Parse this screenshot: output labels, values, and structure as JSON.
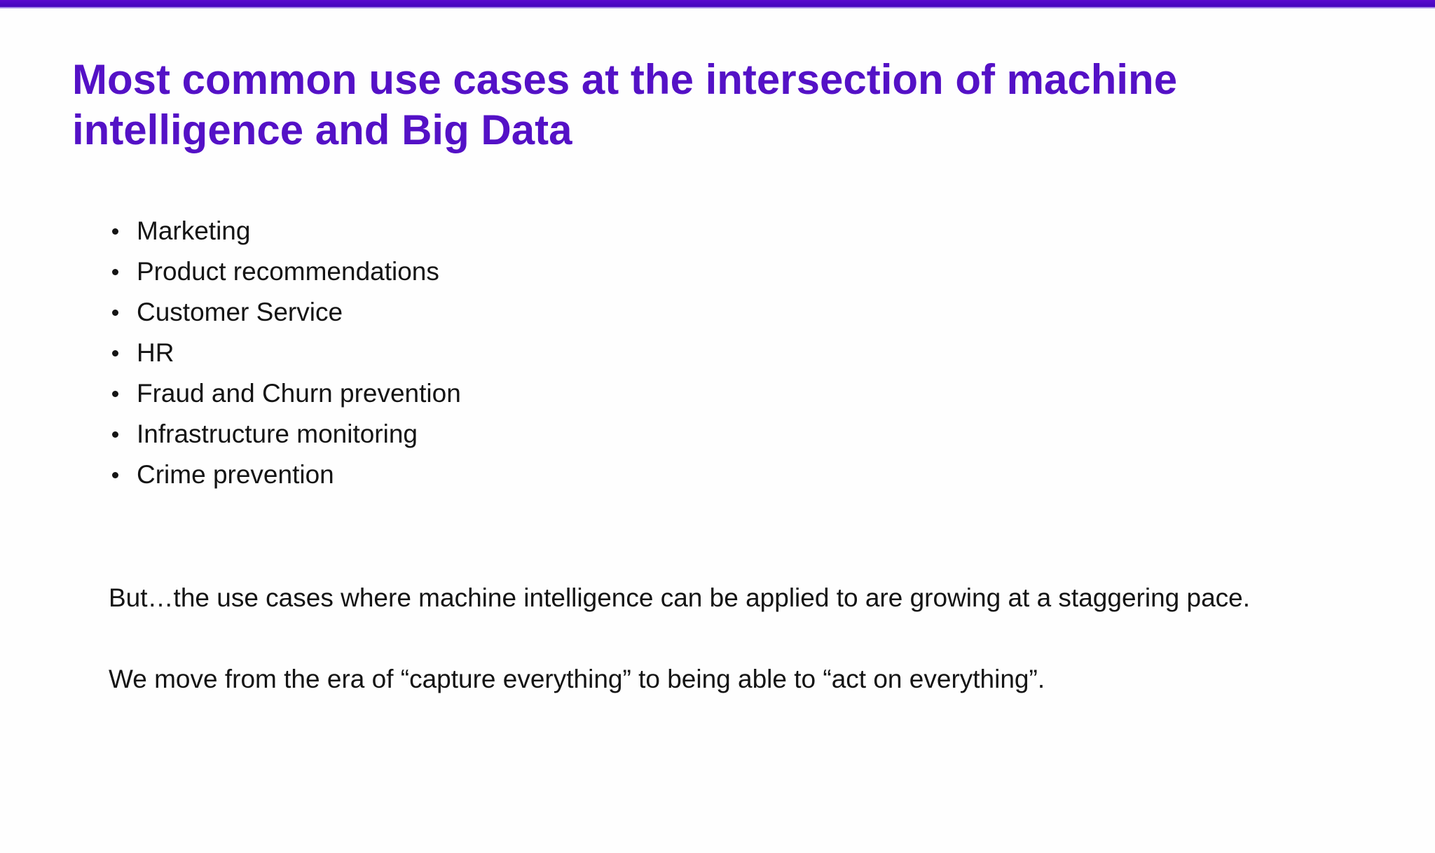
{
  "slide": {
    "title": "Most common use cases at the intersection of machine intelligence and Big Data",
    "bullets": [
      "Marketing",
      "Product recommendations",
      "Customer Service",
      "HR",
      "Fraud and Churn prevention",
      "Infrastructure monitoring",
      "Crime prevention"
    ],
    "paragraphs": [
      "But…the use cases where machine intelligence can be applied to are growing at a staggering pace.",
      "We move from the era of “capture everything” to being able to “act on everything”."
    ]
  },
  "colors": {
    "accent_bar": "#4A08C0",
    "accent_bar_bottom_edge": "#A98FE8",
    "title_text": "#5411C6",
    "body_text": "#141414",
    "background": "#FEFEFE"
  }
}
